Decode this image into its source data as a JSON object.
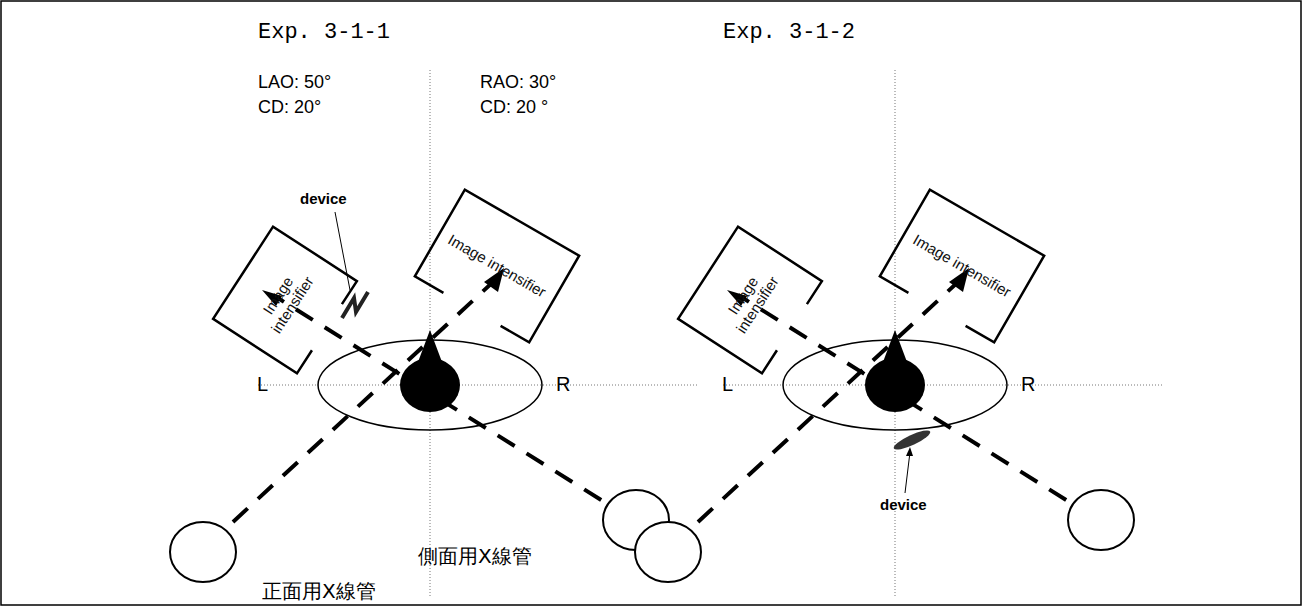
{
  "diagram": {
    "nodes": [
      {
        "text": [
          "Image intensifier"
        ]
      },
      {
        "text": [
          "Image intensifier"
        ]
      },
      {
        "text": [
          "Image intensifier"
        ]
      },
      {
        "text": [
          "Image intensifier"
        ]
      }
    ],
    "labels": [
      "Exp. 3-1-1",
      "Exp. 3-1-2",
      "LAO: 50°",
      "CD: 20°",
      "RAO: 30°",
      "CD: 20 °",
      "device",
      "L",
      "R",
      "側面用X線管",
      "正面用X線管",
      "L",
      "R",
      "device"
    ]
  }
}
